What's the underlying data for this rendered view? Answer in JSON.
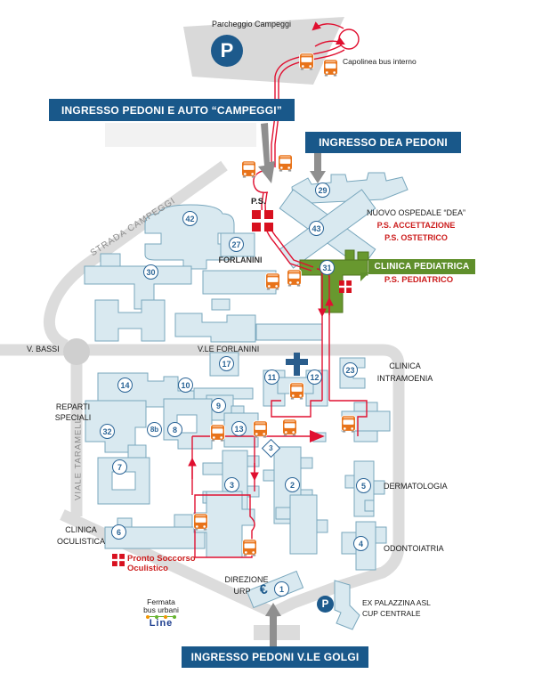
{
  "colors": {
    "banner_blue": "#19588a",
    "pediatric_green": "#5f8f2b",
    "route_red": "#e01030",
    "bus_orange": "#e8731a",
    "building_fill": "#d9e9f0",
    "road_gray": "#dcdcdc",
    "alert_red": "#cc1d1d"
  },
  "banners": {
    "campeggi": "INGRESSO PEDONI E AUTO “CAMPEGGI”",
    "dea": "INGRESSO DEA PEDONI",
    "golgi": "INGRESSO PEDONI V.LE GOLGI",
    "clinica_pediatrica": "CLINICA PEDIATRICA"
  },
  "labels": {
    "parcheggio_campeggi": "Parcheggio Campeggi",
    "capolinea_bus_interno": "Capolinea bus interno",
    "strada_campeggi": "STRADA CAMPEGGI",
    "ps": "P.S.",
    "nuovo_ospedale_dea": "NUOVO OSPEDALE “DEA”",
    "ps_accettazione": "P.S. ACCETTAZIONE",
    "ps_ostetrico": "P.S. OSTETRICO",
    "ps_pediatrico": "P.S. PEDIATRICO",
    "forlanini": "FORLANINI",
    "v_bassi": "V. BASSI",
    "vle_forlanini": "V.LE FORLANINI",
    "clinica": "CLINICA",
    "intramoenia": "INTRAMOENIA",
    "reparti": "REPARTI",
    "speciali": "SPECIALI",
    "viale_taramelli": "VIALE TARAMELLI",
    "dermatologia": "DERMATOLOGIA",
    "odontoiatria": "ODONTOIATRIA",
    "oculistica": "OCULISTICA",
    "pronto_soccorso": "Pronto Soccorso",
    "oculistico": "Oculistico",
    "direzione": "DIREZIONE",
    "urp": "URP",
    "fermata": "Fermata",
    "bus_urbani": "bus urbani",
    "line_logo": "Line",
    "ex_palazzina_asl": "EX PALAZZINA ASL",
    "cup_centrale": "CUP CENTRALE",
    "euro": "€",
    "parking": "P"
  },
  "nums": {
    "b1": "1",
    "b2": "2",
    "b3": "3",
    "b4": "4",
    "b5": "5",
    "b6": "6",
    "b7": "7",
    "b8": "8",
    "b8b": "8b",
    "b9": "9",
    "b10": "10",
    "b11": "11",
    "b12": "12",
    "b13": "13",
    "b14": "14",
    "b17": "17",
    "b23": "23",
    "b27": "27",
    "b29": "29",
    "b30": "30",
    "b31": "31",
    "b32": "32",
    "b42": "42",
    "b43": "43",
    "stop3": "3"
  }
}
